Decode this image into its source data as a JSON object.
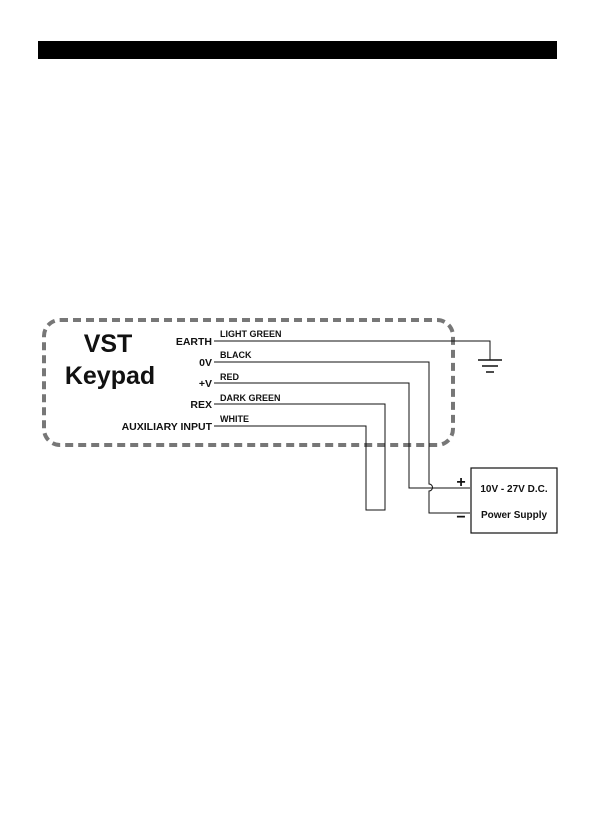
{
  "keypad": {
    "title_line1": "VST",
    "title_line2": "Keypad",
    "terminals": [
      {
        "terminal": "EARTH",
        "wire": "LIGHT GREEN"
      },
      {
        "terminal": "0V",
        "wire": "BLACK"
      },
      {
        "terminal": "+V",
        "wire": "RED"
      },
      {
        "terminal": "REX",
        "wire": "DARK GREEN"
      },
      {
        "terminal": "AUXILIARY INPUT",
        "wire": "WHITE"
      }
    ]
  },
  "power_supply": {
    "line1": "10V - 27V D.C.",
    "line2": "Power Supply",
    "positive_sign": "+",
    "negative_sign": "−"
  },
  "colors": {
    "header_bar": "#000000",
    "dashed_outline": "#777777",
    "wire": "#111111"
  },
  "icons": {
    "earth": "earth-ground-icon"
  }
}
